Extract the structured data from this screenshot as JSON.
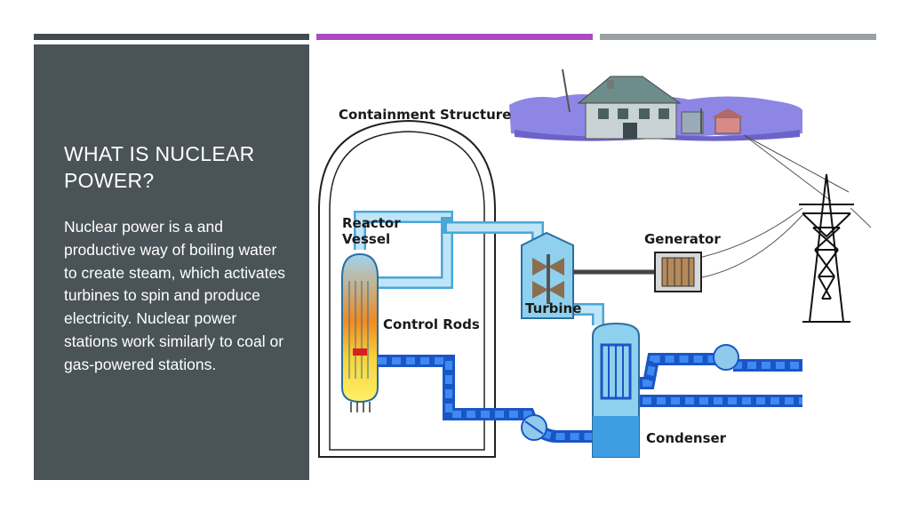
{
  "theme": {
    "bar_colors": [
      "#414b4f",
      "#a94cc0",
      "#9aa0a4"
    ],
    "panel_color": "#4a5357"
  },
  "slide": {
    "title": "WHAT IS NUCLEAR POWER?",
    "body": "Nuclear power is a and productive way of boiling water to create steam, which activates turbines to spin and produce electricity. Nuclear power stations work similarly to coal or gas-powered stations."
  },
  "diagram": {
    "labels": {
      "containment": "Containment Structure",
      "reactor_line1": "Reactor",
      "reactor_line2": "Vessel",
      "control_rods": "Control Rods",
      "generator": "Generator",
      "turbine": "Turbine",
      "condenser": "Condenser"
    }
  }
}
